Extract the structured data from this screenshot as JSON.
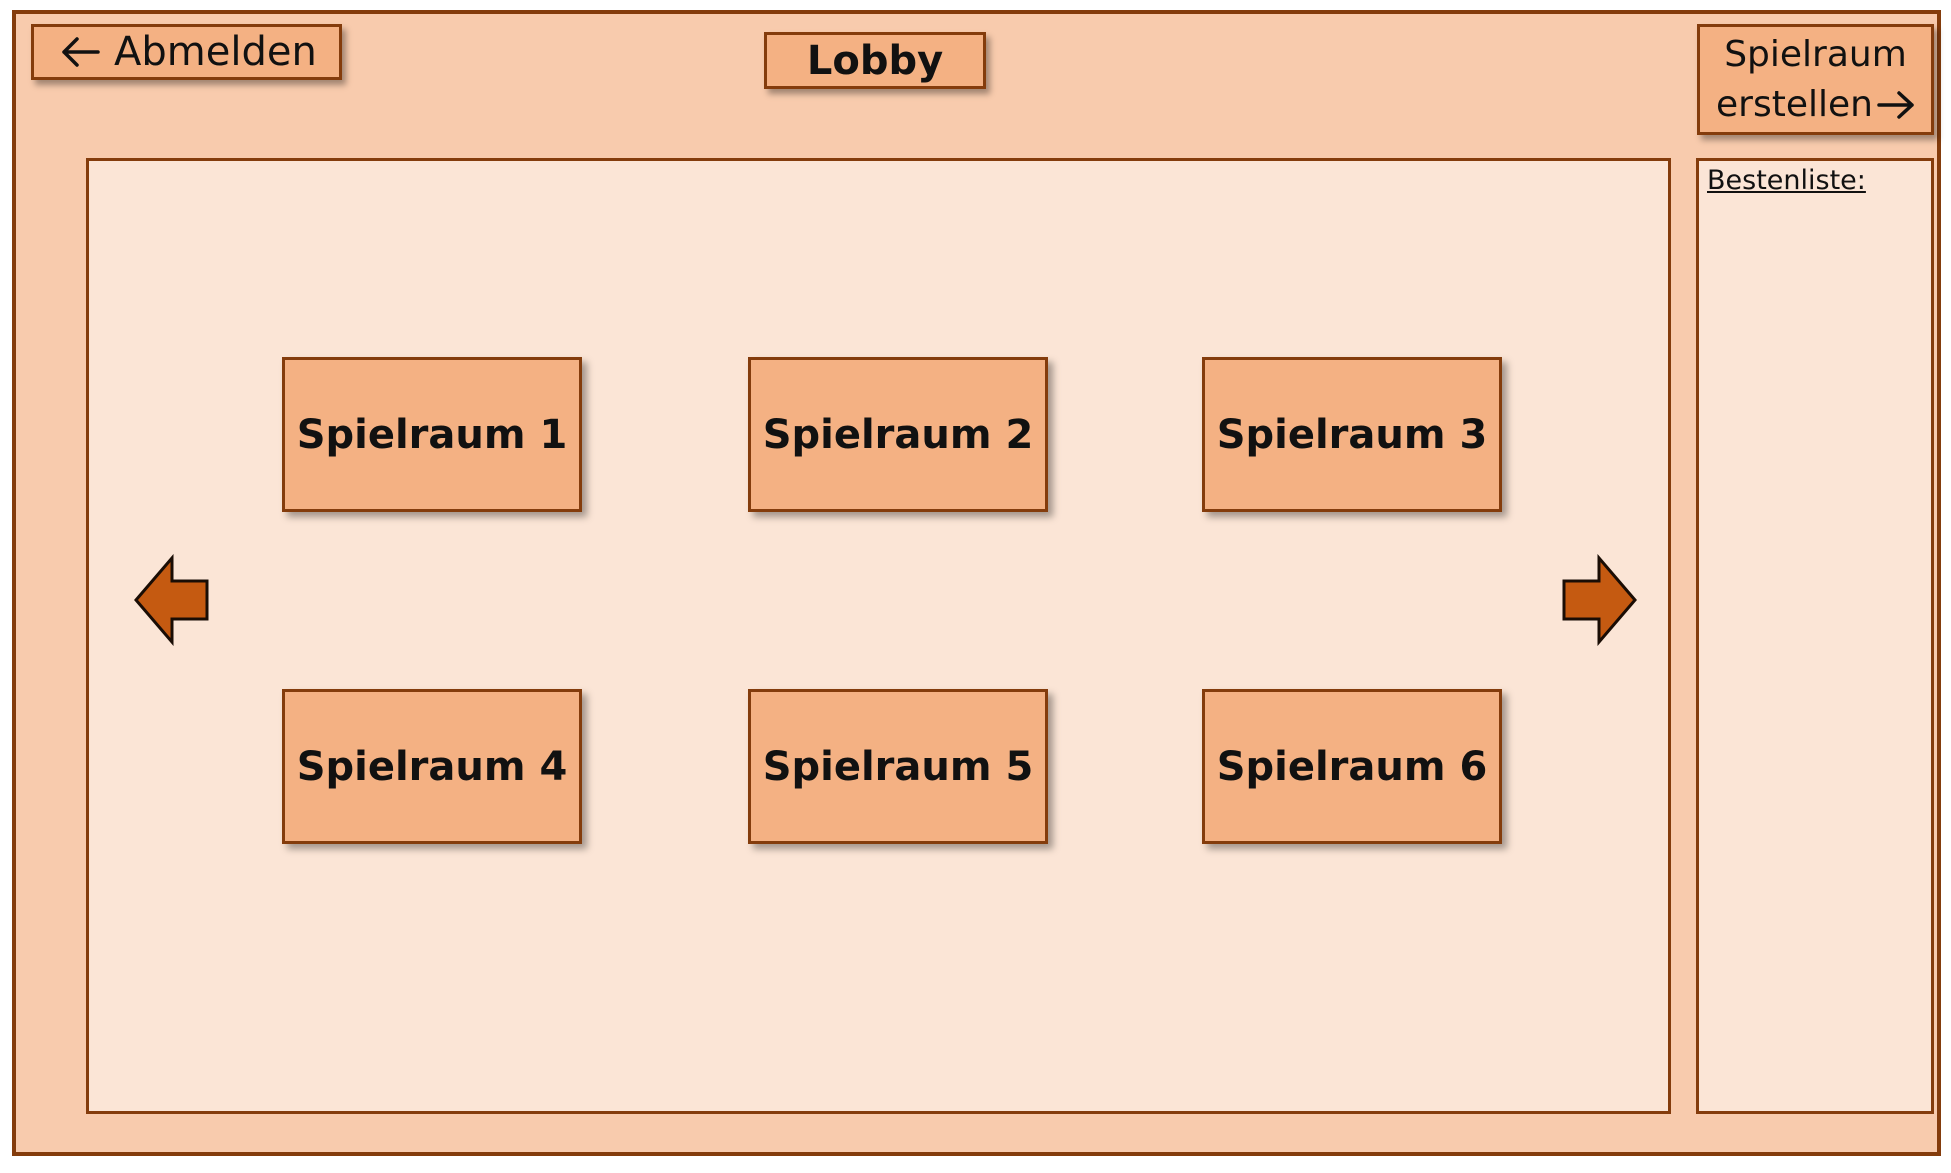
{
  "header": {
    "logout_label": "Abmelden",
    "title": "Lobby",
    "create_line1": "Spielraum",
    "create_line2": "erstellen"
  },
  "leaderboard": {
    "title": "Bestenliste:"
  },
  "rooms": [
    {
      "label": "Spielraum 1"
    },
    {
      "label": "Spielraum 2"
    },
    {
      "label": "Spielraum 3"
    },
    {
      "label": "Spielraum 4"
    },
    {
      "label": "Spielraum 5"
    },
    {
      "label": "Spielraum 6"
    }
  ],
  "icons": {
    "logout": "arrow-left-icon",
    "create": "arrow-right-icon",
    "prev": "prev-page-arrow-icon",
    "next": "next-page-arrow-icon"
  },
  "colors": {
    "background": "#f8cbad",
    "panel": "#fbe5d6",
    "button": "#f4b183",
    "border": "#843c0c",
    "arrow": "#c55a11"
  }
}
